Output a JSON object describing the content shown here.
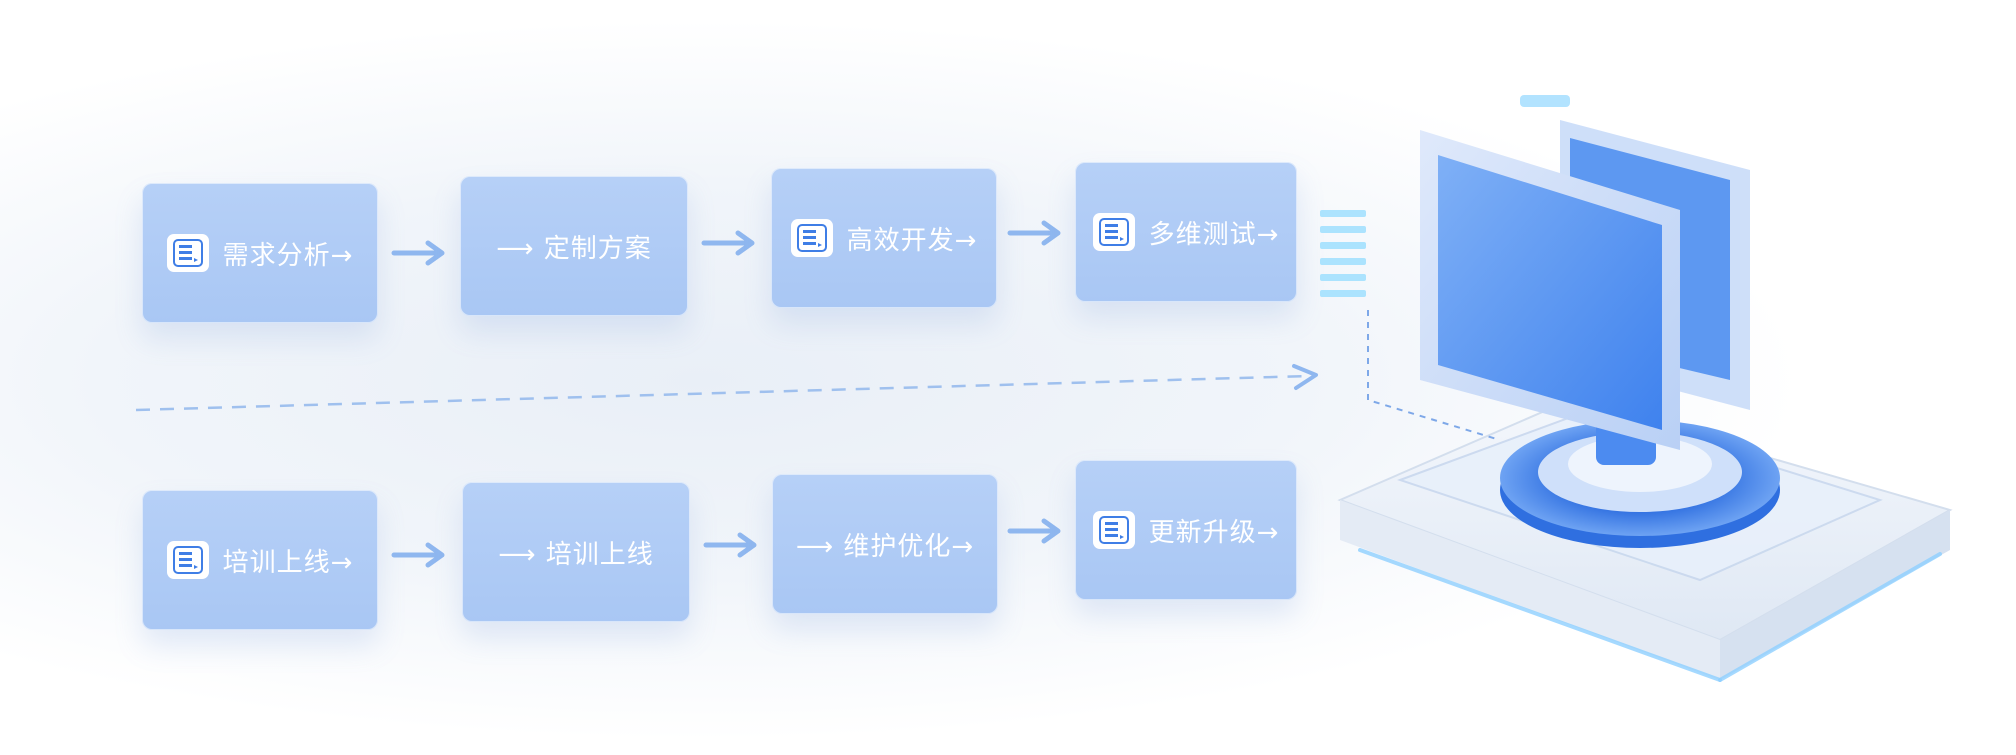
{
  "diagram": {
    "row1": [
      {
        "label": "需求分析→",
        "icon": "document-list-icon"
      },
      {
        "label": "⟶ 定制方案",
        "icon": null
      },
      {
        "label": "高效开发→",
        "icon": "document-list-icon"
      },
      {
        "label": "多维测试→",
        "icon": "document-list-icon"
      }
    ],
    "row2": [
      {
        "label": "培训上线→",
        "icon": "document-list-icon"
      },
      {
        "label": "⟶ 培训上线",
        "icon": null
      },
      {
        "label": "⟶ 维护优化→",
        "icon": null
      },
      {
        "label": "更新升级→",
        "icon": "document-list-icon"
      }
    ],
    "connector": "right-arrow-icon",
    "colors": {
      "box_fill": "#abc8f4",
      "arrow": "#8fb7ef",
      "text": "#ffffff",
      "accent": "#3f7ee6"
    }
  }
}
